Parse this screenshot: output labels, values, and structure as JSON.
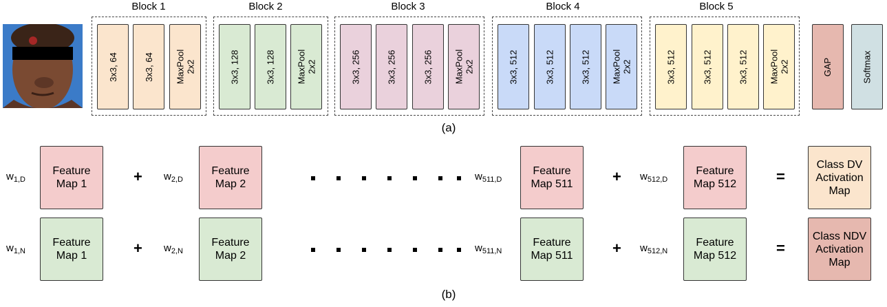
{
  "colors": {
    "block1": "#fbe5cd",
    "block2": "#d9ead3",
    "block3": "#ead1dc",
    "block4": "#c9daf8",
    "block5": "#fff2cc",
    "gap": "#e6b8af",
    "softmax": "#d0e0e3",
    "feature_dv": "#f4cccc",
    "feature_ndv": "#d9ead3",
    "class_dv": "#fbe5cd",
    "class_ndv": "#e6b8af"
  },
  "panel_a": {
    "blocks": [
      {
        "title": "Block 1",
        "layers": [
          "3x3, 64",
          "3x3, 64",
          "MaxPool\n2x2"
        ]
      },
      {
        "title": "Block 2",
        "layers": [
          "3x3, 128",
          "3x3, 128",
          "MaxPool\n2x2"
        ]
      },
      {
        "title": "Block 3",
        "layers": [
          "3x3, 256",
          "3x3, 256",
          "3x3, 256",
          "MaxPool\n2x2"
        ]
      },
      {
        "title": "Block 4",
        "layers": [
          "3x3, 512",
          "3x3, 512",
          "3x3, 512",
          "MaxPool\n2x2"
        ]
      },
      {
        "title": "Block 5",
        "layers": [
          "3x3, 512",
          "3x3, 512",
          "3x3, 512",
          "MaxPool\n2x2"
        ]
      }
    ],
    "gap_label": "GAP",
    "softmax_label": "Softmax",
    "caption": "(a)"
  },
  "panel_b": {
    "rows": [
      {
        "class": "D",
        "weights": [
          {
            "w": "w",
            "sub": "1,D"
          },
          {
            "w": "w",
            "sub": "2,D"
          },
          {
            "w": "w",
            "sub": "511,D"
          },
          {
            "w": "w",
            "sub": "512,D"
          }
        ],
        "maps": [
          "Feature\nMap 1",
          "Feature\nMap 2",
          "Feature\nMap 511",
          "Feature\nMap 512"
        ],
        "result": "Class DV\nActivation\nMap"
      },
      {
        "class": "N",
        "weights": [
          {
            "w": "w",
            "sub": "1,N"
          },
          {
            "w": "w",
            "sub": "2,N"
          },
          {
            "w": "w",
            "sub": "511,N"
          },
          {
            "w": "w",
            "sub": "512,N"
          }
        ],
        "maps": [
          "Feature\nMap 1",
          "Feature\nMap 2",
          "Feature\nMap 511",
          "Feature\nMap 512"
        ],
        "result": "Class NDV\nActivation\nMap"
      }
    ],
    "plus": "+",
    "equals": "=",
    "caption": "(b)"
  }
}
